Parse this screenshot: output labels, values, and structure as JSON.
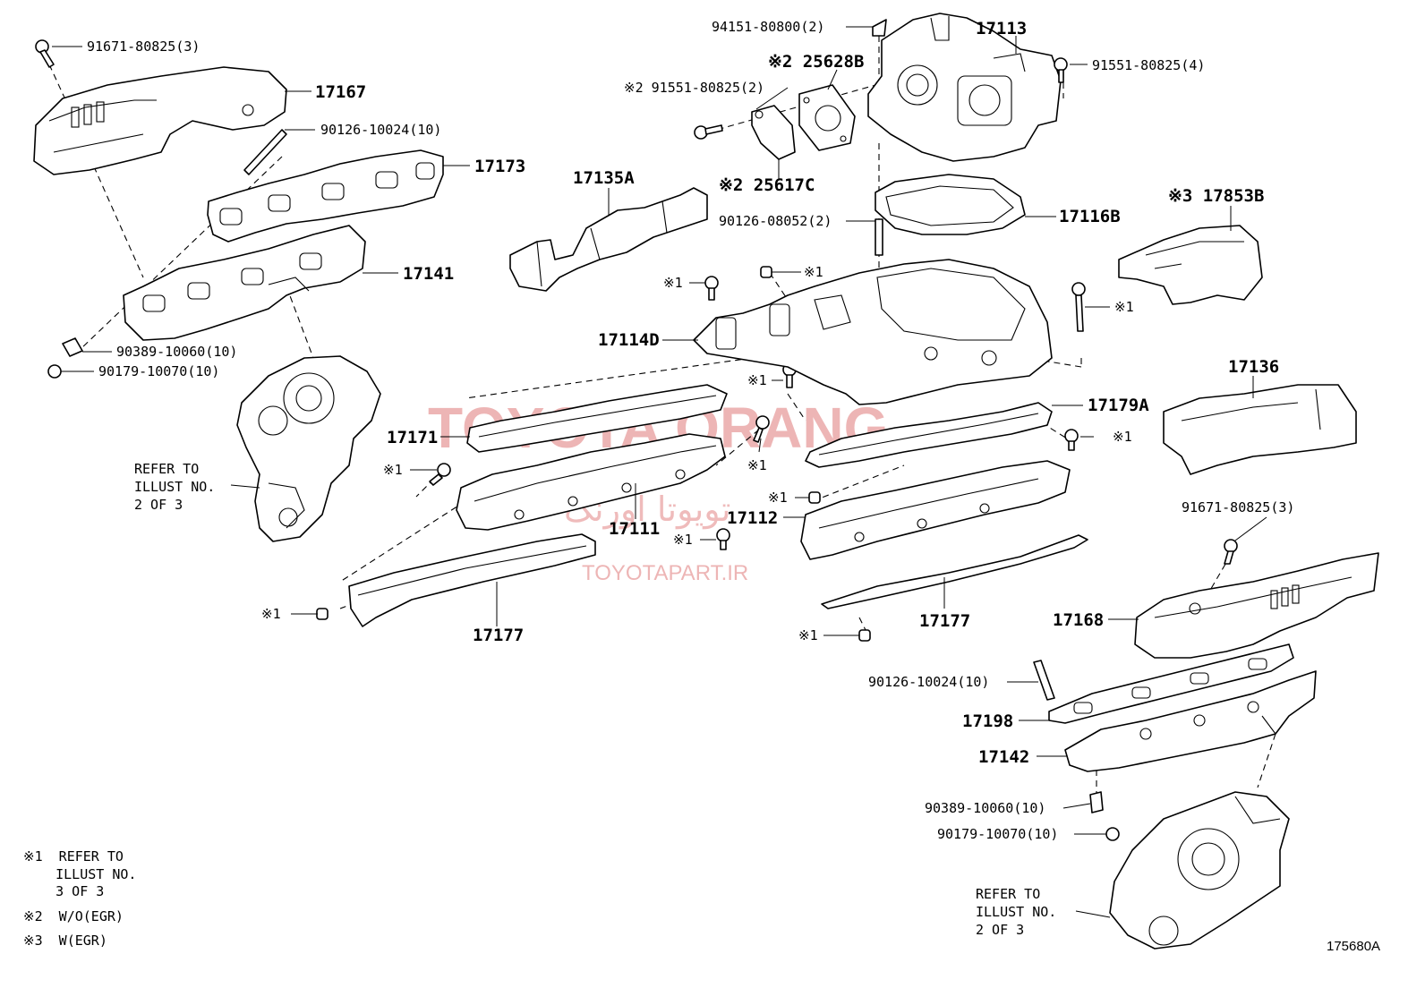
{
  "diagram": {
    "figure_code": "175680A",
    "watermark": {
      "brand": "TOYOTA ORANG",
      "persian": "تویوتا اورنگ",
      "site": "TOYOTAPART.IR"
    },
    "labels": {
      "l_91671_a": "91671-80825(3)",
      "l_17167": "17167",
      "l_90126_a": "90126-10024(10)",
      "l_17173": "17173",
      "l_17141": "17141",
      "l_90389_a": "90389-10060(10)",
      "l_90179_a": "90179-10070(10)",
      "l_94151": "94151-80800(2)",
      "l_17113": "17113",
      "l_25628b": "※2 25628B",
      "l_91551_b": "91551-80825(4)",
      "l_91551_a": "※2 91551-80825(2)",
      "l_25617c": "※2 25617C",
      "l_17135a": "17135A",
      "l_17116b": "17116B",
      "l_17853b": "※3 17853B",
      "l_90126_b": "90126-08052(2)",
      "l_x1_a": "※1",
      "l_x1_b": "※1",
      "l_x1_c": "※1",
      "l_17114d": "17114D",
      "l_x1_d": "※1",
      "l_17136": "17136",
      "l_17179a": "17179A",
      "l_17171": "17171",
      "l_x1_e": "※1",
      "l_x1_f": "※1",
      "l_x1_g": "※1",
      "l_17111": "17111",
      "l_17112": "17112",
      "l_x1_h": "※1",
      "l_x1_i": "※1",
      "l_91671_b": "91671-80825(3)",
      "l_x1_j": "※1",
      "l_17177_a": "17177",
      "l_17177_b": "17177",
      "l_x1_k": "※1",
      "l_17168": "17168",
      "l_90126_c": "90126-10024(10)",
      "l_17198": "17198",
      "l_17142": "17142",
      "l_90389_b": "90389-10060(10)",
      "l_90179_b": "90179-10070(10)"
    },
    "refer_left": [
      "REFER TO",
      "ILLUST NO.",
      "2 OF 3"
    ],
    "refer_right": [
      "REFER TO",
      "ILLUST NO.",
      "2 OF 3"
    ],
    "legend": {
      "note1": [
        "※1  REFER TO",
        "    ILLUST NO.",
        "    3 OF 3"
      ],
      "note2": "※2  W/O(EGR)",
      "note3": "※3  W(EGR)"
    }
  }
}
